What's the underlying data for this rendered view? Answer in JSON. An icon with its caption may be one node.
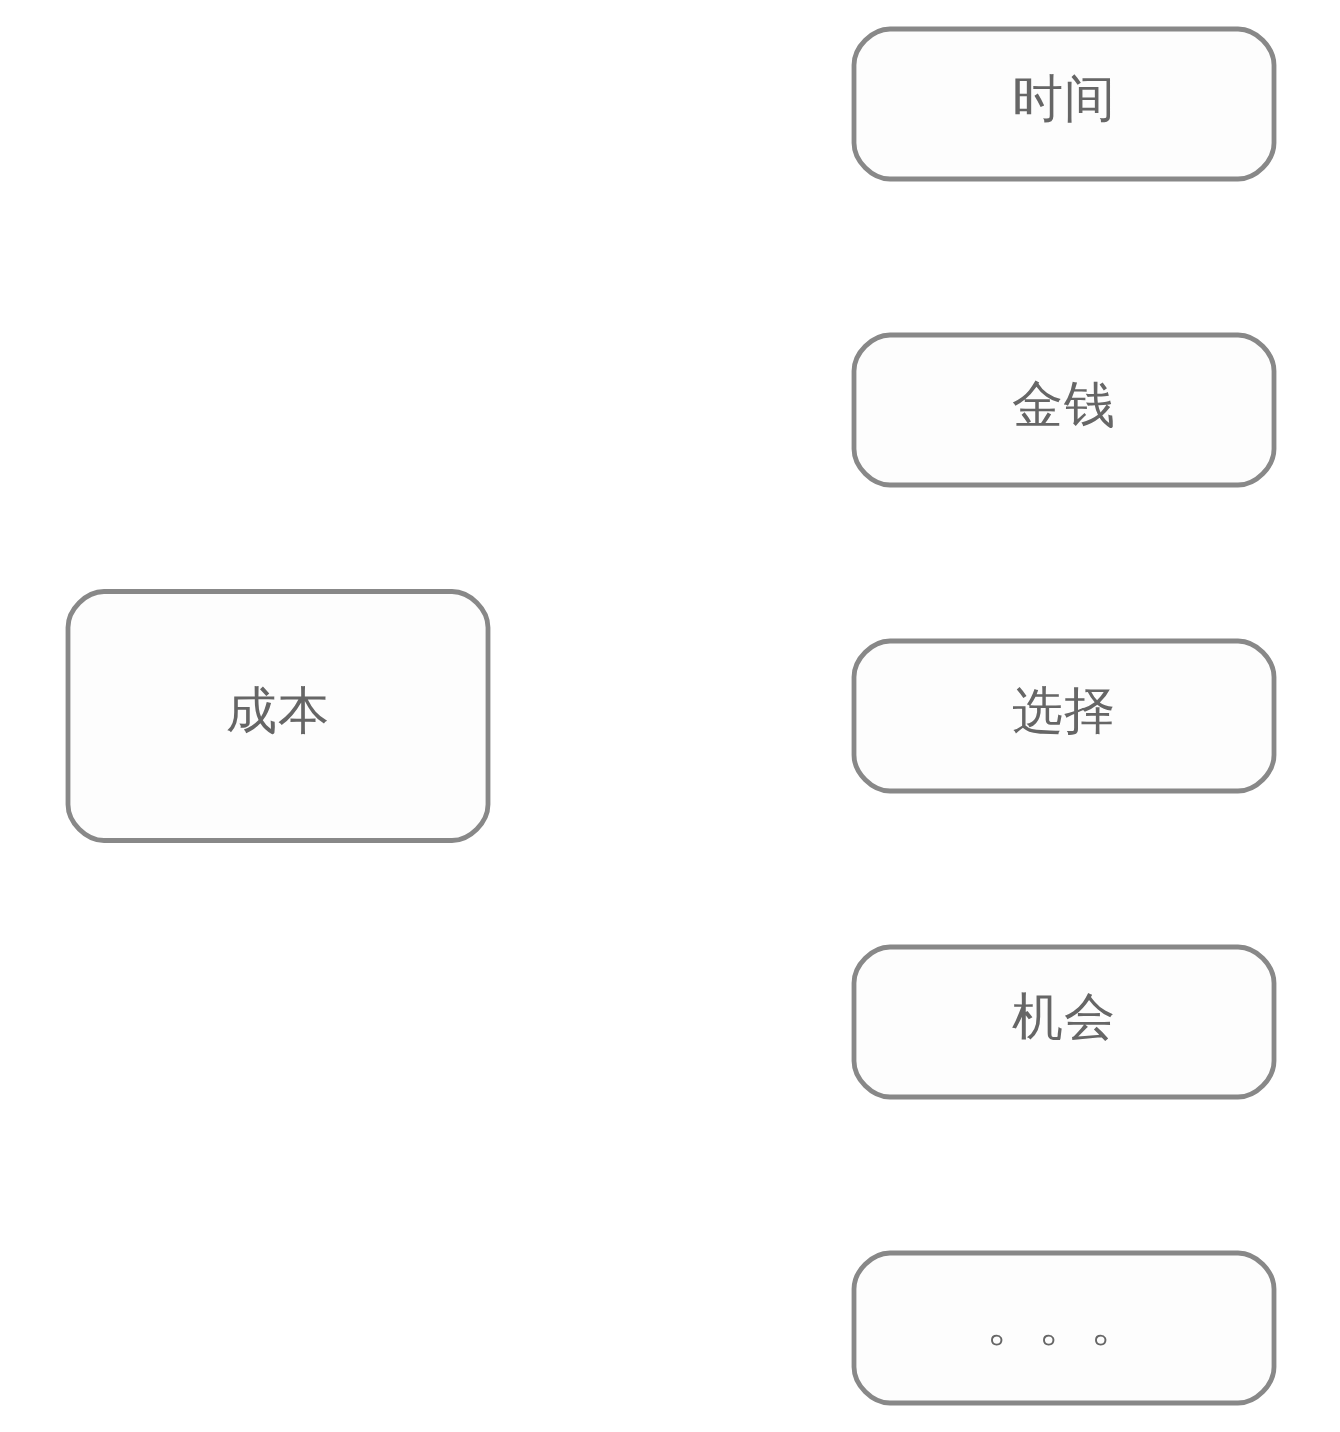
{
  "diagram": {
    "nodes": [
      {
        "text": [
          "成本"
        ]
      },
      {
        "text": [
          "时间"
        ]
      },
      {
        "text": [
          "金钱"
        ]
      },
      {
        "text": [
          "选择"
        ]
      },
      {
        "text": [
          "机会"
        ]
      },
      {
        "text": [
          "。。。"
        ]
      }
    ]
  }
}
